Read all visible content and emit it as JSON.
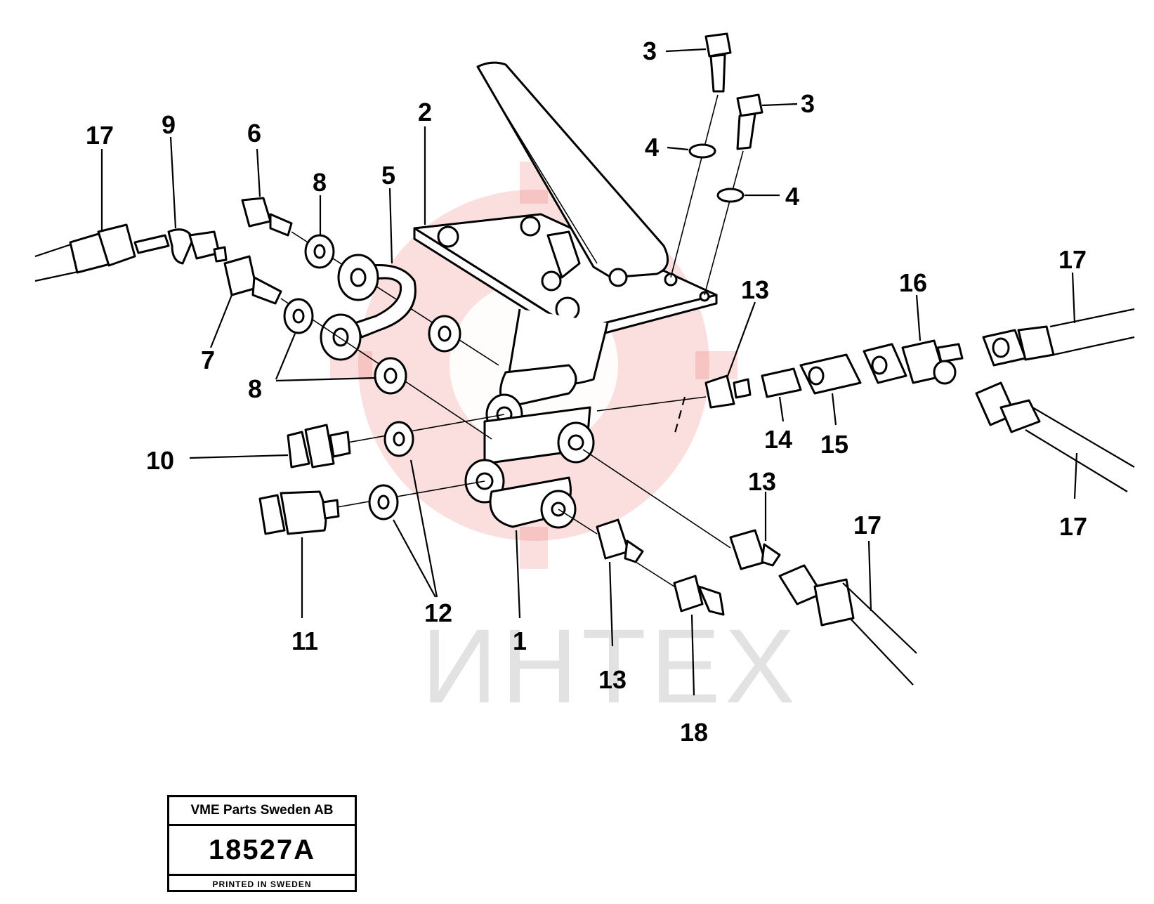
{
  "watermark": {
    "text": "ИНТЕХ",
    "color": "#e9353a"
  },
  "callouts": {
    "c1": "1",
    "c2": "2",
    "c3a": "3",
    "c3b": "3",
    "c4a": "4",
    "c4b": "4",
    "c5": "5",
    "c6": "6",
    "c7": "7",
    "c8a": "8",
    "c8b": "8",
    "c9": "9",
    "c10": "10",
    "c11": "11",
    "c12": "12",
    "c13a": "13",
    "c13b": "13",
    "c13c": "13",
    "c14": "14",
    "c15": "15",
    "c16": "16",
    "c17a": "17",
    "c17b": "17",
    "c17c": "17",
    "c17d": "17",
    "c18": "18"
  },
  "title_block": {
    "company": "VME Parts Sweden AB",
    "number": "18527A",
    "printed": "PRINTED IN SWEDEN"
  }
}
